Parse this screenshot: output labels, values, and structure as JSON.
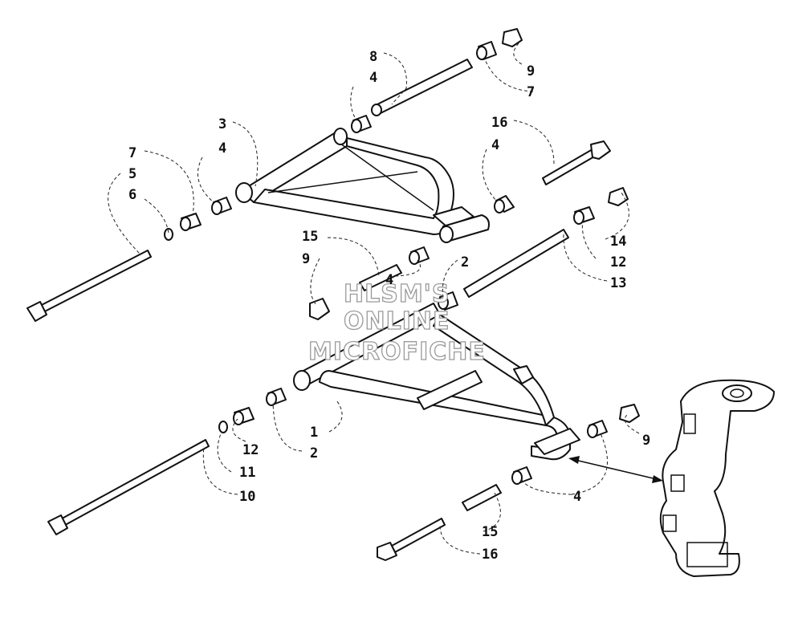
{
  "watermark": {
    "line1": "HLSM'S",
    "line2": "ONLINE",
    "line3": "MICROFICHE"
  },
  "callouts": [
    {
      "id": "c8",
      "text": "8"
    },
    {
      "id": "c4a",
      "text": "4"
    },
    {
      "id": "c9a",
      "text": "9"
    },
    {
      "id": "c7a",
      "text": "7"
    },
    {
      "id": "c16a",
      "text": "16"
    },
    {
      "id": "c4b",
      "text": "4"
    },
    {
      "id": "c3",
      "text": "3"
    },
    {
      "id": "c4c",
      "text": "4"
    },
    {
      "id": "c7b",
      "text": "7"
    },
    {
      "id": "c5",
      "text": "5"
    },
    {
      "id": "c6",
      "text": "6"
    },
    {
      "id": "c14",
      "text": "14"
    },
    {
      "id": "c12a",
      "text": "12"
    },
    {
      "id": "c13",
      "text": "13"
    },
    {
      "id": "c15a",
      "text": "15"
    },
    {
      "id": "c9b",
      "text": "9"
    },
    {
      "id": "c4d",
      "text": "4"
    },
    {
      "id": "c2a",
      "text": "2"
    },
    {
      "id": "c1",
      "text": "1"
    },
    {
      "id": "c12b",
      "text": "12"
    },
    {
      "id": "c2b",
      "text": "2"
    },
    {
      "id": "c11",
      "text": "11"
    },
    {
      "id": "c10",
      "text": "10"
    },
    {
      "id": "c9c",
      "text": "9"
    },
    {
      "id": "c4e",
      "text": "4"
    },
    {
      "id": "c15b",
      "text": "15"
    },
    {
      "id": "c16b",
      "text": "16"
    }
  ]
}
